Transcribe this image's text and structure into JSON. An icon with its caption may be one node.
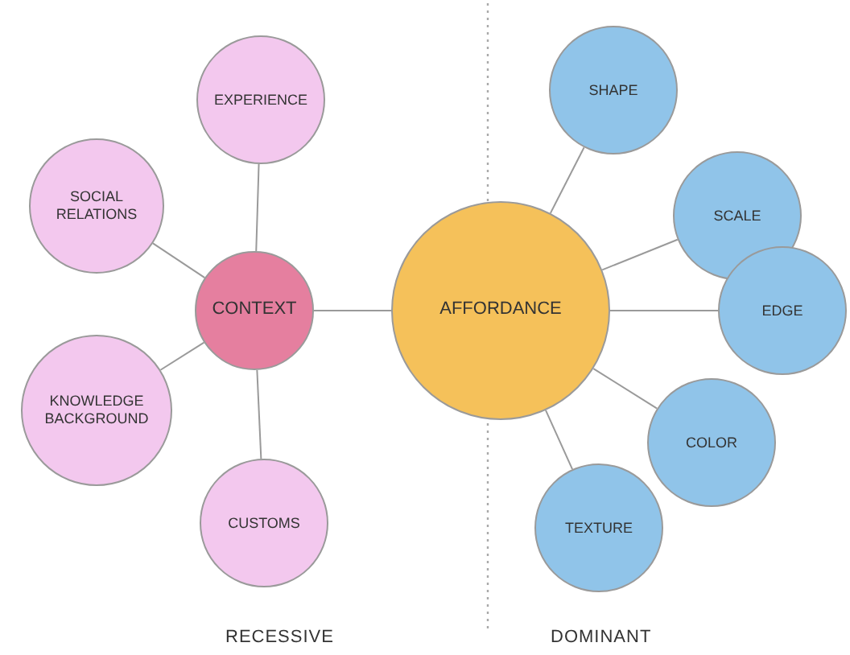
{
  "diagram": {
    "nodes": [
      {
        "text": [
          "EXPERIENCE"
        ]
      },
      {
        "text": [
          "SOCIAL RELATIONS"
        ]
      },
      {
        "text": [
          "CONTEXT"
        ]
      },
      {
        "text": [
          "KNOWLEDGE BACKGROUND"
        ]
      },
      {
        "text": [
          "CUSTOMS"
        ]
      },
      {
        "text": [
          "AFFORDANCE"
        ]
      },
      {
        "text": [
          "SHAPE"
        ]
      },
      {
        "text": [
          "SCALE"
        ]
      },
      {
        "text": [
          "EDGE"
        ]
      },
      {
        "text": [
          "COLOR"
        ]
      },
      {
        "text": [
          "TEXTURE"
        ]
      }
    ],
    "edges": [
      {
        "from": 2,
        "to": 0,
        "arrow": "none"
      },
      {
        "from": 2,
        "to": 1,
        "arrow": "none"
      },
      {
        "from": 2,
        "to": 3,
        "arrow": "none"
      },
      {
        "from": 2,
        "to": 4,
        "arrow": "none"
      },
      {
        "from": 2,
        "to": 5,
        "arrow": "none"
      },
      {
        "from": 5,
        "to": 6,
        "arrow": "none"
      },
      {
        "from": 5,
        "to": 7,
        "arrow": "none"
      },
      {
        "from": 5,
        "to": 8,
        "arrow": "none"
      },
      {
        "from": 5,
        "to": 9,
        "arrow": "none"
      },
      {
        "from": 5,
        "to": 10,
        "arrow": "none"
      }
    ],
    "labels": [
      "RECESSIVE",
      "DOMINANT"
    ]
  }
}
